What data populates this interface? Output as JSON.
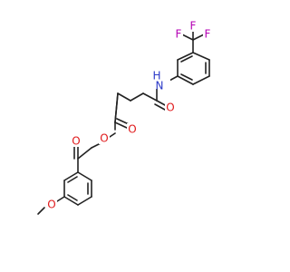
{
  "molecule": {
    "atoms": {
      "f_top": "F",
      "f_left": "F",
      "f_right": "F",
      "amide_n": "N",
      "amide_h": "H",
      "amide_o": "O",
      "ester_o_double": "O",
      "ester_o_single": "O",
      "ketone_o": "O",
      "methoxy_o": "O"
    }
  },
  "colors": {
    "bond": "#222222",
    "oxygen": "#e0191b",
    "nitrogen": "#2a38c8",
    "fluorine": "#b400b4",
    "background": "#ffffff"
  }
}
